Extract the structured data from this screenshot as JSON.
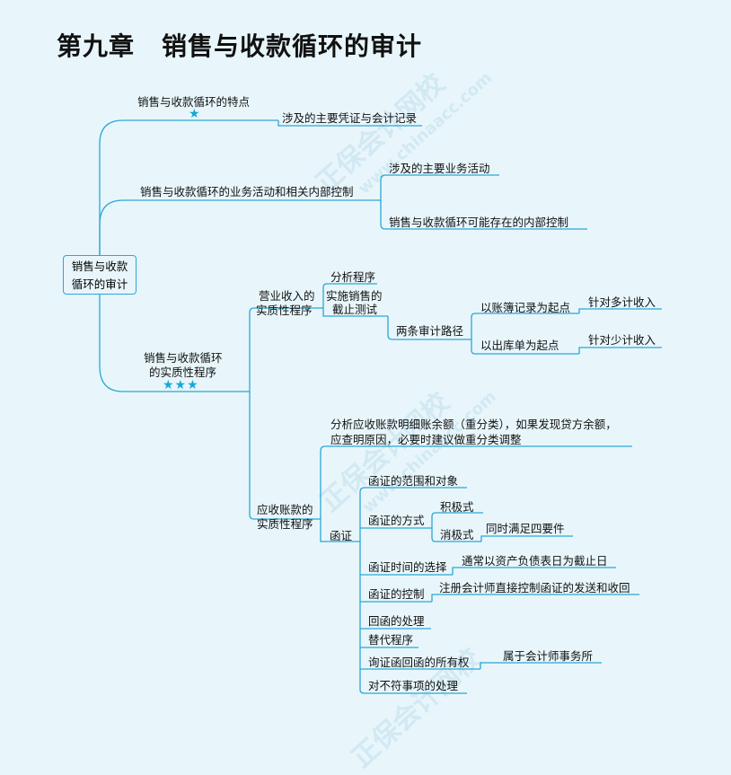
{
  "title": {
    "chapter": "第九章",
    "name": "销售与收款循环的审计"
  },
  "root": {
    "line1": "销售与收款",
    "line2": "循环的审计"
  },
  "branch1": {
    "label": "销售与收款循环的特点",
    "stars": "★",
    "child": "涉及的主要凭证与会计记录"
  },
  "branch2": {
    "label": "销售与收款循环的业务活动和相关内部控制",
    "child1": "涉及的主要业务活动",
    "child2": "销售与收款循环可能存在的内部控制"
  },
  "branch3": {
    "line1": "销售与收款循环",
    "line2": "的实质性程序",
    "stars": "★★★",
    "revenue": {
      "line1": "营业收入的",
      "line2": "实质性程序",
      "analysis": "分析程序",
      "cutoff_line1": "实施销售的",
      "cutoff_line2": "截止测试",
      "paths": "两条审计路径",
      "path1": "以账簿记录为起点",
      "path1_result": "针对多计收入",
      "path2": "以出库单为起点",
      "path2_result": "针对少计收入"
    },
    "receivable": {
      "line1": "应收账款的",
      "line2": "实质性程序",
      "analysis_line1": "分析应收账款明细账余额（重分类），如果发现贷方余额，",
      "analysis_line2": "应查明原因，必要时建议做重分类调整",
      "confirm": "函证",
      "scope": "函证的范围和对象",
      "method": "函证的方式",
      "positive": "积极式",
      "negative": "消极式",
      "negative_note": "同时满足四要件",
      "timing": "函证时间的选择",
      "timing_note": "通常以资产负债表日为截止日",
      "control": "函证的控制",
      "control_note": "注册会计师直接控制函证的发送和收回",
      "reply": "回函的处理",
      "alternative": "替代程序",
      "ownership": "询证函回函的所有权",
      "ownership_note": "属于会计师事务所",
      "discrepancy": "对不符事项的处理"
    }
  },
  "watermark": {
    "cn": "正保会计网校",
    "url": "www.chinaacc.com"
  },
  "colors": {
    "line": "#2aa7d6",
    "background": "#e8f6fb",
    "star": "#1aa6d8"
  }
}
